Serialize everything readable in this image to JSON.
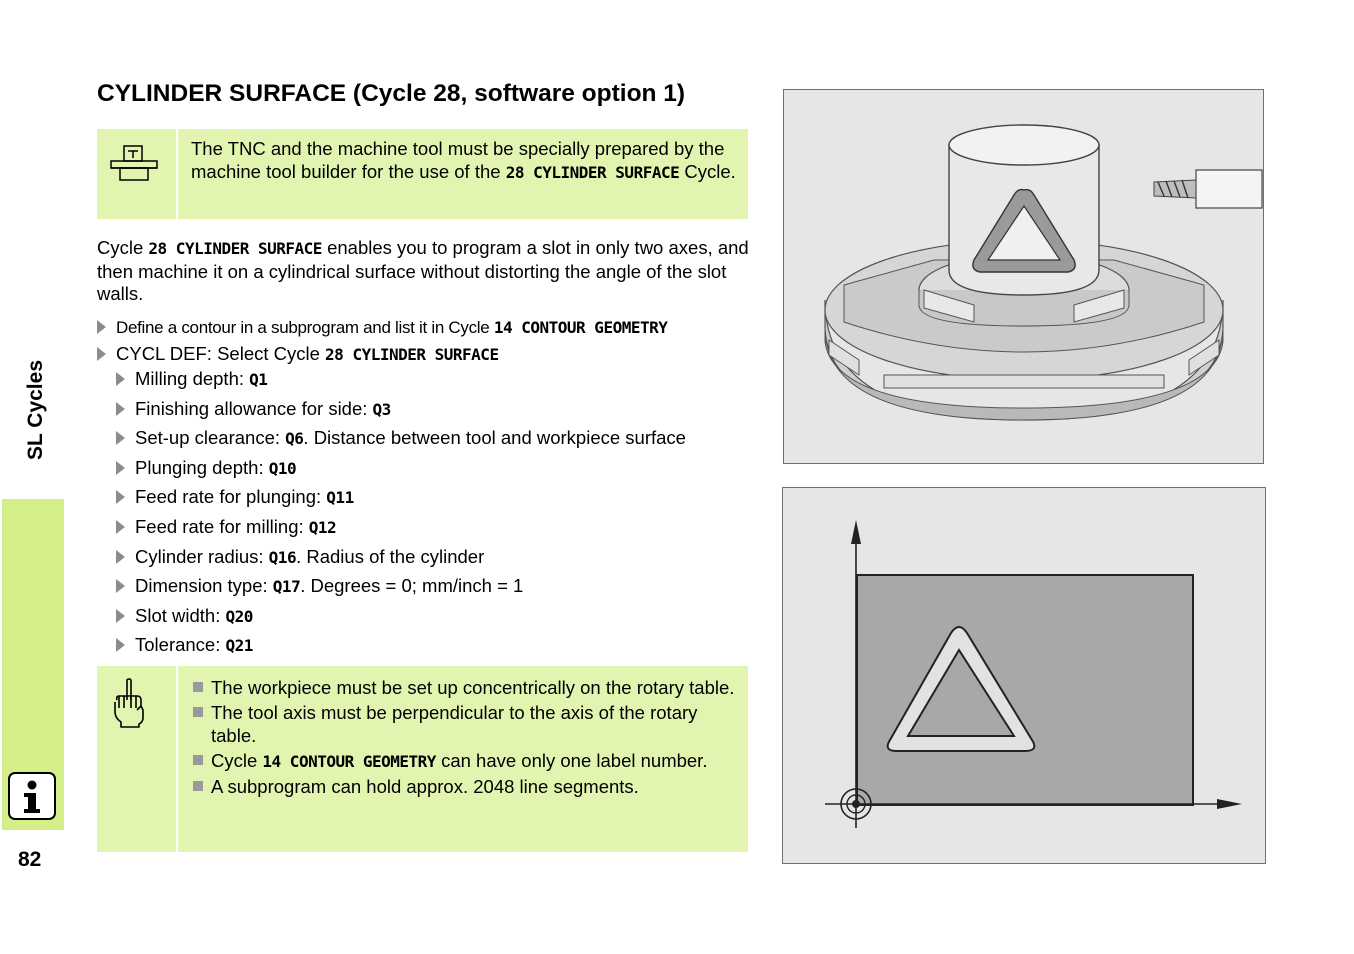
{
  "sidebar": {
    "section_label": "SL Cycles",
    "page_number": "82",
    "tab_color": "#d4ef8a"
  },
  "title": "CYLINDER SURFACE (Cycle 28, software option 1)",
  "note_machine": {
    "icon": "machine-tool-icon",
    "text_before": "The TNC and the machine tool must be specially prepared by the machine tool builder for the use of the ",
    "code": "28 CYLINDER SURFACE",
    "text_after": " Cycle."
  },
  "intro": {
    "prefix": "Cycle ",
    "code": "28 CYLINDER SURFACE",
    "text": " enables you to program a slot in only two axes, and then machine it on a cylindrical surface without distorting the angle of the slot walls."
  },
  "steps": {
    "define_text": "Define a contour in a subprogram and list it in Cycle ",
    "define_code": "14 CONTOUR GEOMETRY",
    "cycl_def_text": "CYCL DEF: Select Cycle ",
    "cycl_def_code": "28 CYLINDER SURFACE"
  },
  "parameters": [
    {
      "label": "Milling depth: ",
      "code": "Q1",
      "desc": ""
    },
    {
      "label": "Finishing allowance for side: ",
      "code": "Q3",
      "desc": ""
    },
    {
      "label": "Set-up clearance: ",
      "code": "Q6",
      "desc": ". Distance between tool and workpiece surface"
    },
    {
      "label": "Plunging depth: ",
      "code": "Q10",
      "desc": ""
    },
    {
      "label": "Feed rate for plunging: ",
      "code": "Q11",
      "desc": ""
    },
    {
      "label": "Feed rate for milling: ",
      "code": "Q12",
      "desc": ""
    },
    {
      "label": "Cylinder radius: ",
      "code": "Q16",
      "desc": ". Radius of the cylinder"
    },
    {
      "label": "Dimension type: ",
      "code": "Q17",
      "desc": ". Degrees = 0; mm/inch = 1"
    },
    {
      "label": "Slot width: ",
      "code": "Q20",
      "desc": ""
    },
    {
      "label": "Tolerance: ",
      "code": "Q21",
      "desc": ""
    }
  ],
  "note_hints": {
    "icon": "pointing-hand-icon",
    "items": [
      {
        "text_before": "The workpiece must be set up concentrically on the rotary table.",
        "code": "",
        "text_after": ""
      },
      {
        "text_before": "The tool axis must be perpendicular to the axis of the rotary table.",
        "code": "",
        "text_after": ""
      },
      {
        "text_before": "Cycle ",
        "code": "14 CONTOUR GEOMETRY",
        "text_after": " can have only one label number."
      },
      {
        "text_before": "A subprogram can hold approx. 2048 line segments.",
        "code": "",
        "text_after": ""
      }
    ]
  },
  "colors": {
    "note_background": "#e2f5b0",
    "figure_background": "#e6e6e6",
    "bullet_marker": "#8c8c8c"
  }
}
